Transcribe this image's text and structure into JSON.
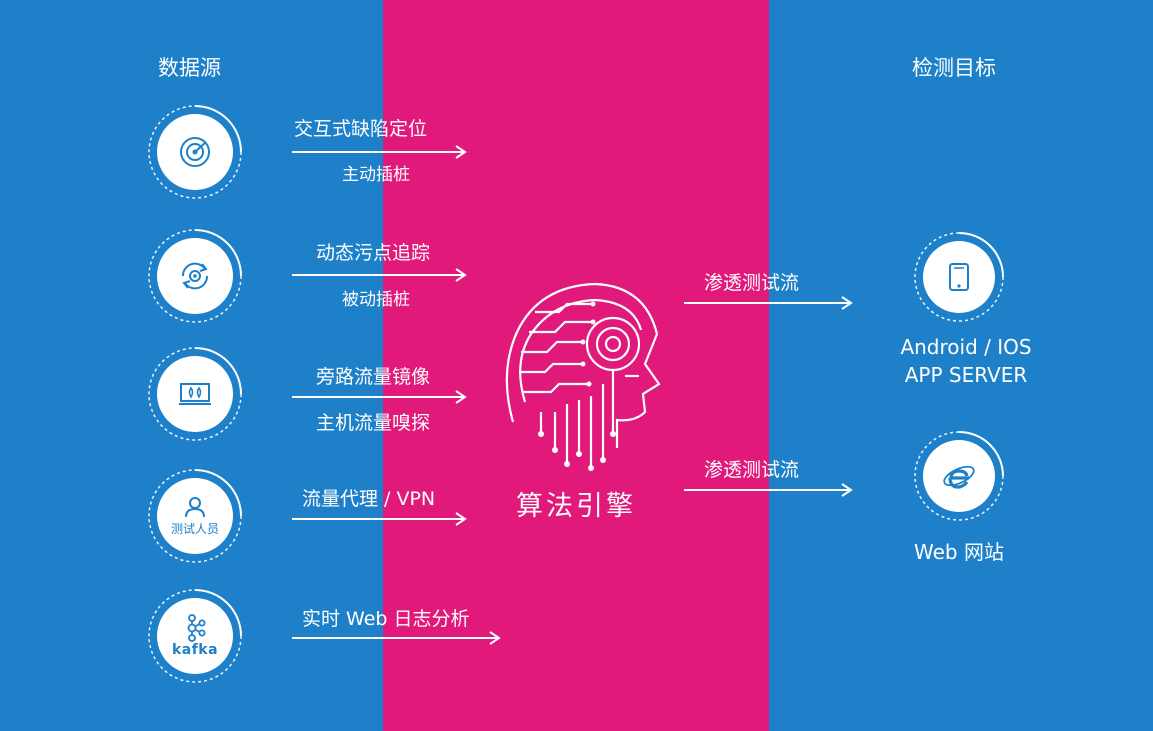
{
  "headings": {
    "sources": "数据源",
    "targets": "检测目标"
  },
  "sources": [
    {
      "icon": "radar-icon",
      "line1": "交互式缺陷定位",
      "line2": "主动插桩"
    },
    {
      "icon": "refresh-radar-icon",
      "line1": "动态污点追踪",
      "line2": "被动插桩"
    },
    {
      "icon": "traffic-mirror-icon",
      "line1": "旁路流量镜像",
      "line2": "主机流量嗅探"
    },
    {
      "icon": "user-icon",
      "caption": "测试人员",
      "line1": "流量代理 / VPN"
    },
    {
      "icon": "kafka-icon",
      "caption": "kafka",
      "line1": "实时 Web 日志分析"
    }
  ],
  "engine": {
    "icon": "circuit-head-icon",
    "label": "算法引擎"
  },
  "flows": [
    "渗透测试流",
    "渗透测试流"
  ],
  "targets": [
    {
      "icon": "tablet-icon",
      "label_line1": "Android / IOS",
      "label_line2": "APP SERVER"
    },
    {
      "icon": "ie-browser-icon",
      "label_line1": "Web 网站"
    }
  ],
  "colors": {
    "blue": "#1e80c9",
    "magenta": "#e0197a",
    "white": "#ffffff"
  }
}
